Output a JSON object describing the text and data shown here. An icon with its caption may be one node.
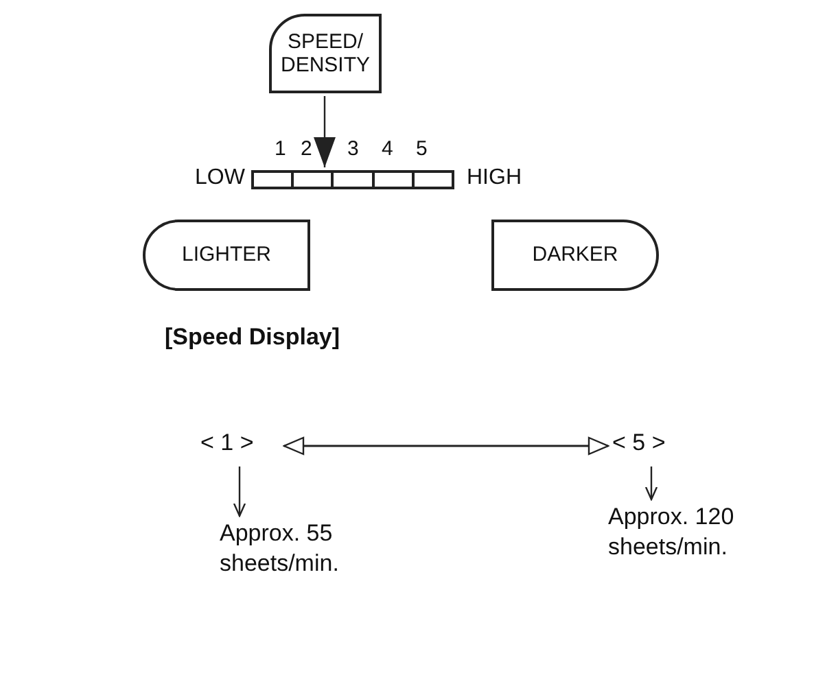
{
  "diagram": {
    "nodes": [
      {
        "text": [
          "SPEED/ DENSITY"
        ]
      },
      {
        "text": [],
        "shape": "bar"
      },
      {
        "text": [
          "LIGHTER"
        ]
      },
      {
        "text": [
          "DARKER"
        ]
      },
      {
        "text": [
          "< 1 >"
        ]
      },
      {
        "text": [
          "< 5 >"
        ]
      },
      {
        "text": [
          "Approx. 55 sheets/min."
        ]
      },
      {
        "text": [
          "Approx. 120 sheets/min."
        ]
      }
    ],
    "edges": [
      {
        "from": 0,
        "to": 1,
        "arrow": "to"
      },
      {
        "from": 4,
        "to": 5,
        "arrow": "both"
      },
      {
        "from": 4,
        "to": 6,
        "arrow": "to"
      },
      {
        "from": 5,
        "to": 7,
        "arrow": "to"
      }
    ],
    "labels": [
      "1",
      "2",
      "3",
      "4",
      "5",
      "LOW",
      "HIGH",
      "[Speed Display]"
    ]
  }
}
